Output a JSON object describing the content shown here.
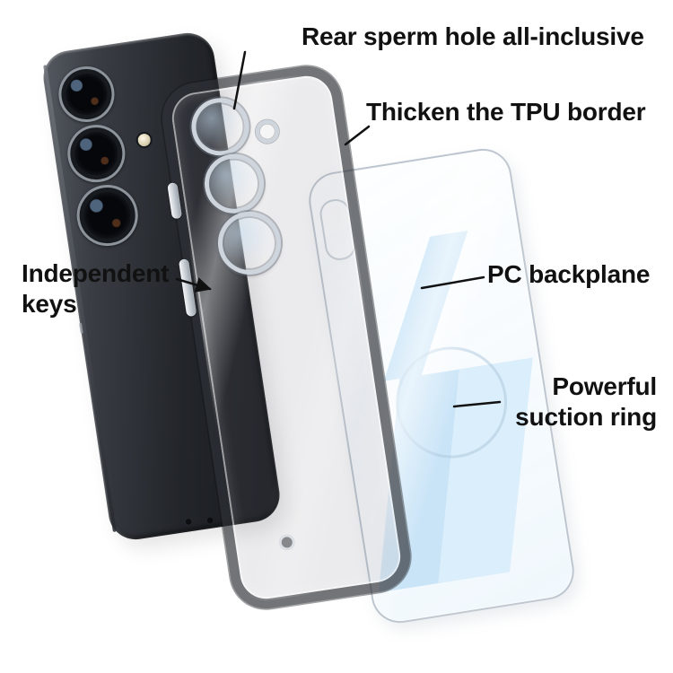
{
  "callouts": {
    "rear_hole": {
      "text": "Rear sperm hole all-inclusive"
    },
    "tpu_border": {
      "text": "Thicken the TPU border"
    },
    "independent_keys": {
      "line1": "Independent",
      "line2": "keys"
    },
    "pc_backplane": {
      "text": "PC backplane"
    },
    "suction_ring": {
      "line1": "Powerful",
      "line2": "suction ring"
    }
  },
  "colors": {
    "label_text": "#111111",
    "leader_line": "#111111",
    "phone_dark": "#23262b",
    "phone_light": "#565b62",
    "case_tint": "rgba(40,43,49,0.62)",
    "ring_silver": "#cfd5dc",
    "backplane_blue": "#c9e4f7",
    "backplane_blue_light": "#ddeefb"
  }
}
